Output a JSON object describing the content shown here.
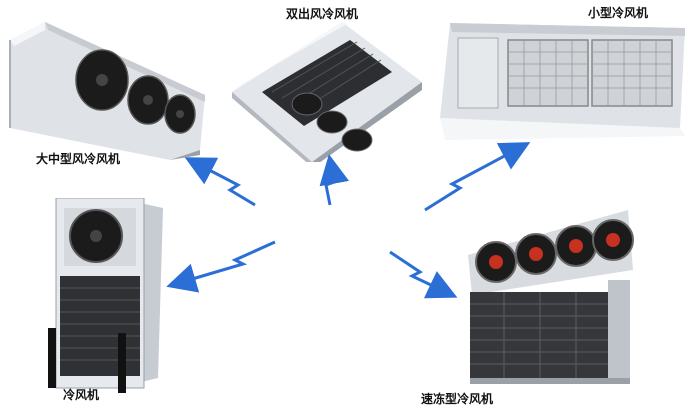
{
  "labels": {
    "large_medium": "大中型风冷风机",
    "dual_outlet": "双出风冷风机",
    "small": "小型冷风机",
    "air_cooler": "冷风机",
    "quick_freeze": "速冻型冷风机"
  },
  "colors": {
    "arrow": "#2b6fd6",
    "casing": "#e8ebef",
    "casing_shadow": "#b9bec6",
    "fan_dark": "#1a1a1a",
    "fan_red": "#c8301f",
    "coil": "#3a3c40"
  }
}
